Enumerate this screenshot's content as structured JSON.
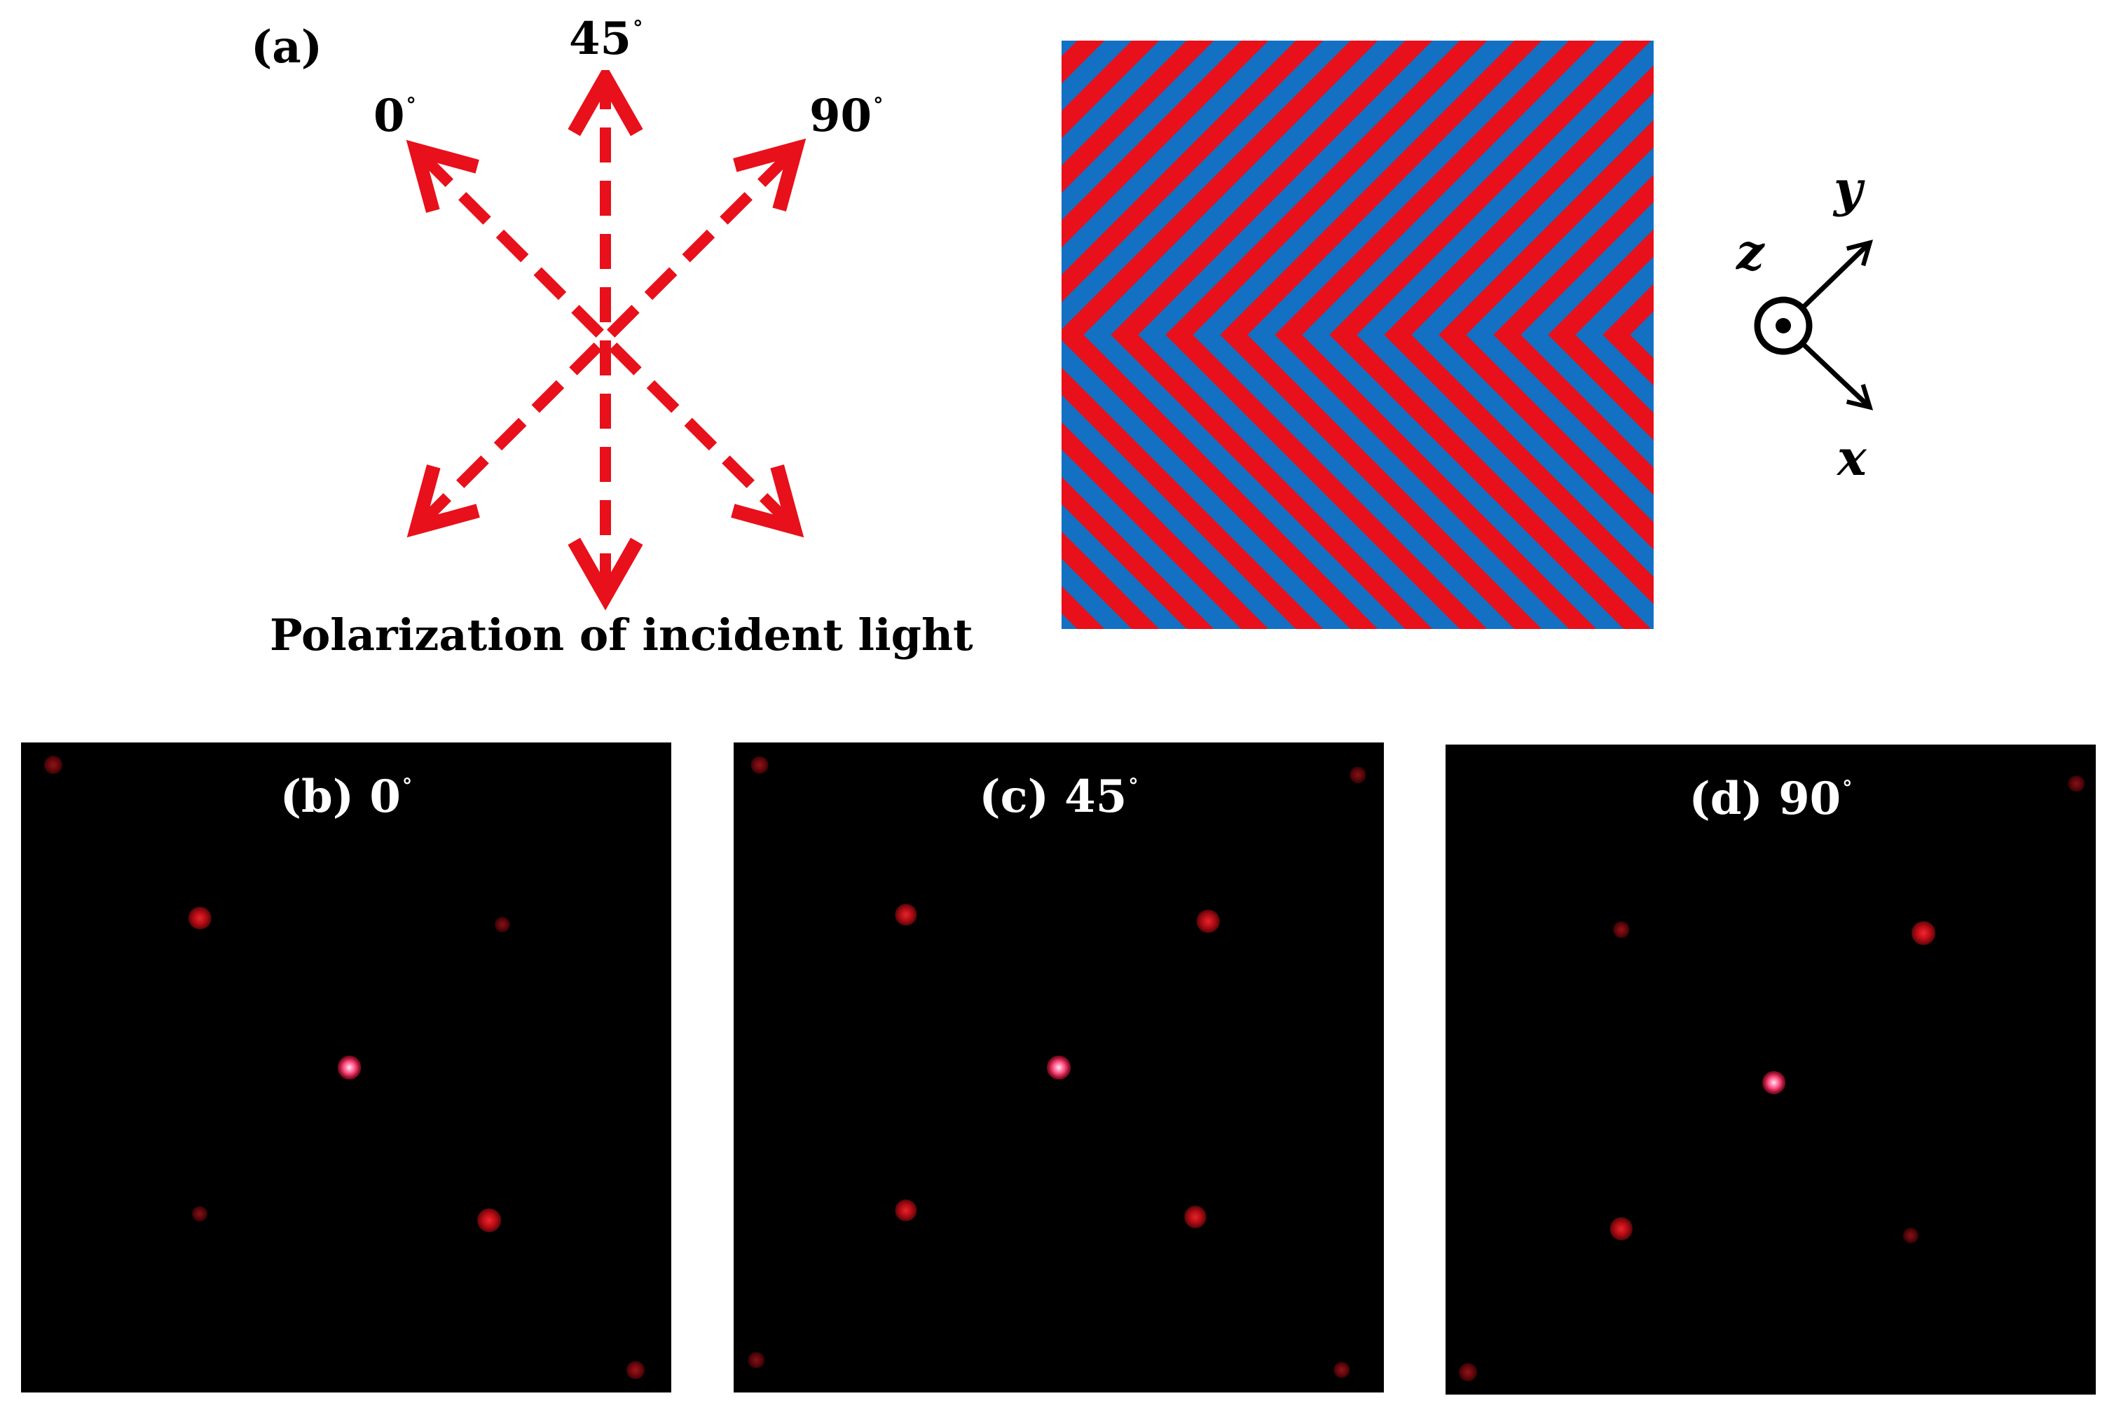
{
  "panel_a": {
    "label": "(a)",
    "angle_0": "0",
    "angle_45": "45",
    "angle_90": "90",
    "degree_mark": "°",
    "caption": "Polarization of incident light"
  },
  "axes": {
    "x": "x",
    "y": "y",
    "z": "z"
  },
  "pattern": {
    "stripe_colors": [
      "#e8101a",
      "#1470c2"
    ]
  },
  "panels": [
    {
      "title": "(b) 0",
      "degree_mark": "°",
      "spots": [
        {
          "nx": 0.05,
          "ny": 0.035,
          "size": 1.0,
          "strength": 0.55
        },
        {
          "nx": 0.275,
          "ny": 0.27,
          "size": 1.25,
          "strength": 0.9
        },
        {
          "nx": 0.74,
          "ny": 0.28,
          "size": 0.85,
          "strength": 0.5
        },
        {
          "nx": 0.505,
          "ny": 0.5,
          "size": 1.3,
          "strength": 1.0,
          "center": true
        },
        {
          "nx": 0.275,
          "ny": 0.725,
          "size": 0.85,
          "strength": 0.5
        },
        {
          "nx": 0.72,
          "ny": 0.735,
          "size": 1.3,
          "strength": 0.95
        },
        {
          "nx": 0.945,
          "ny": 0.965,
          "size": 1.0,
          "strength": 0.6
        }
      ]
    },
    {
      "title": "(c) 45",
      "degree_mark": "°",
      "spots": [
        {
          "nx": 0.04,
          "ny": 0.035,
          "size": 0.95,
          "strength": 0.55
        },
        {
          "nx": 0.96,
          "ny": 0.05,
          "size": 0.9,
          "strength": 0.5
        },
        {
          "nx": 0.265,
          "ny": 0.265,
          "size": 1.2,
          "strength": 0.9
        },
        {
          "nx": 0.73,
          "ny": 0.275,
          "size": 1.25,
          "strength": 0.9
        },
        {
          "nx": 0.5,
          "ny": 0.5,
          "size": 1.3,
          "strength": 1.0,
          "center": true
        },
        {
          "nx": 0.265,
          "ny": 0.72,
          "size": 1.2,
          "strength": 0.9
        },
        {
          "nx": 0.71,
          "ny": 0.73,
          "size": 1.2,
          "strength": 0.9
        },
        {
          "nx": 0.035,
          "ny": 0.95,
          "size": 0.9,
          "strength": 0.5
        },
        {
          "nx": 0.935,
          "ny": 0.965,
          "size": 0.9,
          "strength": 0.55
        }
      ]
    },
    {
      "title": "(d) 90",
      "degree_mark": "°",
      "spots": [
        {
          "nx": 0.97,
          "ny": 0.06,
          "size": 0.9,
          "strength": 0.5
        },
        {
          "nx": 0.27,
          "ny": 0.285,
          "size": 0.9,
          "strength": 0.55
        },
        {
          "nx": 0.735,
          "ny": 0.29,
          "size": 1.3,
          "strength": 0.95
        },
        {
          "nx": 0.505,
          "ny": 0.52,
          "size": 1.3,
          "strength": 1.0,
          "center": true
        },
        {
          "nx": 0.27,
          "ny": 0.745,
          "size": 1.25,
          "strength": 0.9
        },
        {
          "nx": 0.715,
          "ny": 0.755,
          "size": 0.85,
          "strength": 0.5
        },
        {
          "nx": 0.035,
          "ny": 0.965,
          "size": 1.0,
          "strength": 0.55
        }
      ]
    }
  ]
}
